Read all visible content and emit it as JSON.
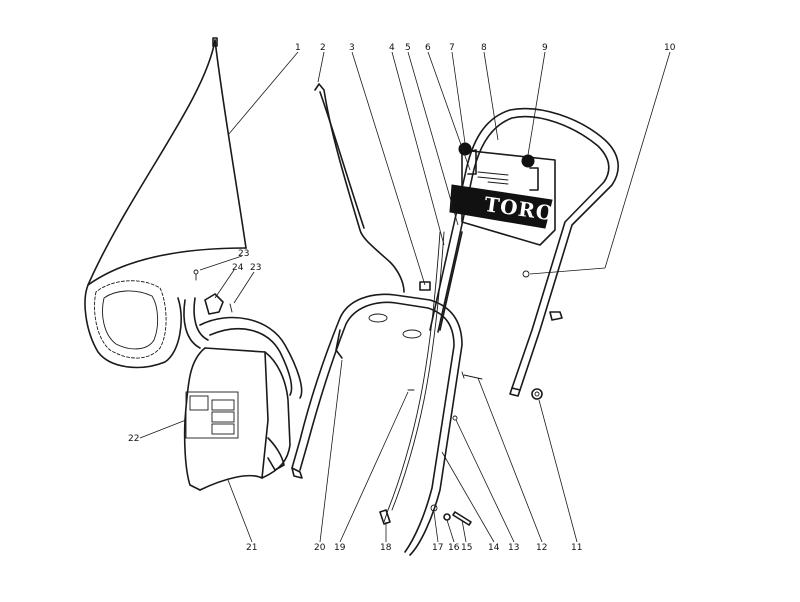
{
  "brand_text": "TORO",
  "callouts": {
    "c1": "1",
    "c2": "2",
    "c3": "3",
    "c4": "4",
    "c5": "5",
    "c6": "6",
    "c7": "7",
    "c8": "8",
    "c9": "9",
    "c10": "10",
    "c11": "11",
    "c12": "12",
    "c13": "13",
    "c14": "14",
    "c15": "15",
    "c16": "16",
    "c17": "17",
    "c18": "18",
    "c19": "19",
    "c20": "20",
    "c21": "21",
    "c22": "22",
    "c23a": "23",
    "c23b": "23",
    "c24": "24"
  }
}
